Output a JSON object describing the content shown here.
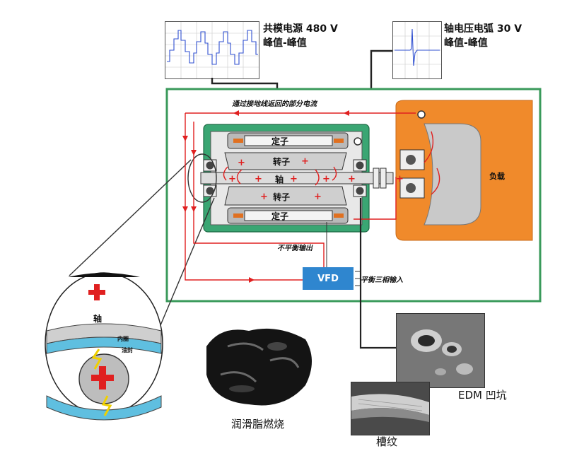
{
  "scope_common": {
    "title": "共模电源 480 V",
    "subtitle": "峰值-峰值"
  },
  "scope_shaft": {
    "title": "轴电压电弧 30 V",
    "subtitle": "峰值-峰值"
  },
  "diagram": {
    "return_current_label": "通过接地线返回的部分电流",
    "stator_top": "定子",
    "rotor_top": "转子",
    "shaft": "轴",
    "rotor_bottom": "转子",
    "stator_bottom": "定子",
    "load": "负载",
    "unbalanced_output": "不平衡输出",
    "vfd": "VFD",
    "balanced_input": "平衡三相输入"
  },
  "zoom": {
    "shaft": "轴",
    "inner_race": "内圈",
    "oil_film": "油封"
  },
  "photos": {
    "grease_caption": "润滑脂燃烧",
    "edm_caption": "EDM 凹坑",
    "groove_caption": "槽纹"
  },
  "colors": {
    "frame_green": "#3a9a5b",
    "motor_green": "#3aa673",
    "load_orange": "#f08a2b",
    "current_red": "#e02020",
    "vfd_blue": "#2f86cf"
  }
}
